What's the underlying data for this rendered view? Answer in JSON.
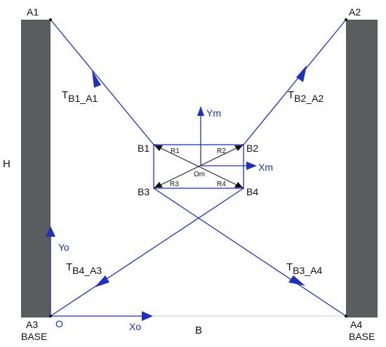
{
  "points": {
    "a1": "A1",
    "a2": "A2",
    "a3": "A3",
    "a4": "A4",
    "b1": "B1",
    "b2": "B2",
    "b3": "B3",
    "b4": "B4"
  },
  "base_labels": {
    "left": "BASE",
    "right": "BASE"
  },
  "dimensions": {
    "height": "H",
    "width": "B"
  },
  "axes": {
    "origin": "O",
    "xo": "Xo",
    "yo": "Yo",
    "xm": "Xm",
    "ym": "Ym",
    "om": "Om"
  },
  "tensions": {
    "t1": {
      "main": "T",
      "sub": "B1_A1"
    },
    "t2": {
      "main": "T",
      "sub": "B2_A2"
    },
    "t3": {
      "main": "T",
      "sub": "B3_A4"
    },
    "t4": {
      "main": "T",
      "sub": "B4_A3"
    }
  },
  "radii": {
    "r1": "R1",
    "r2": "R2",
    "r3": "R3",
    "r4": "R4"
  },
  "colors": {
    "cable": "#1f2fbf",
    "pillar": "#5a5c5e",
    "inner": "#111111"
  }
}
